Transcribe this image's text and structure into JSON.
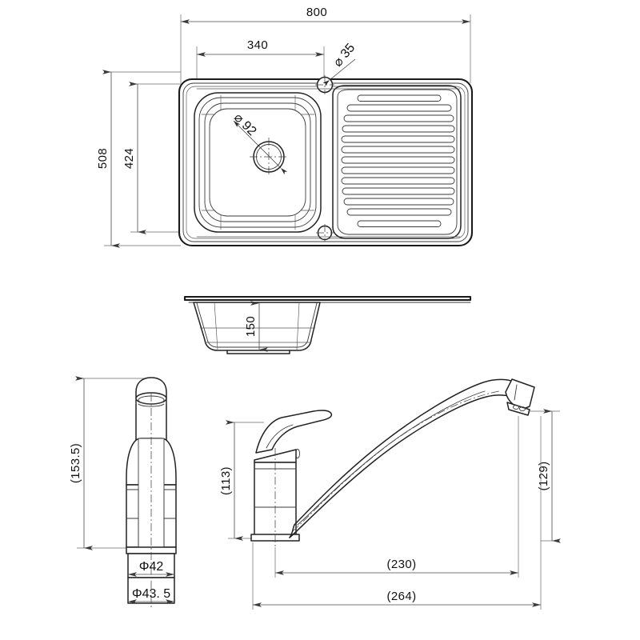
{
  "drawing": {
    "title": "Kitchen Sink and Mixer Tap Dimensional Drawing",
    "units": "mm",
    "line_color": "#1a1a1a",
    "background_color": "#ffffff",
    "dimension_color": "#4a4a4a"
  },
  "views": {
    "plan": {
      "name": "sink-top-view",
      "dimensions": {
        "overall_width": "800",
        "bowl_offset_width": "340",
        "overall_depth": "508",
        "bowl_depth": "424",
        "tap_hole_dia": "⌀ 35",
        "waste_hole_dia": "⌀ 92"
      },
      "drainer_rib_count": 13,
      "tap_hole_count": 2
    },
    "section": {
      "name": "sink-side-section",
      "dimensions": {
        "bowl_depth": "150"
      }
    },
    "tap_front": {
      "name": "tap-front-view",
      "dimensions": {
        "height": "(153.5)",
        "base_dia_inner": "Φ42",
        "base_dia_outer": "Φ43.5"
      }
    },
    "tap_side": {
      "name": "tap-side-view",
      "dimensions": {
        "body_height": "(113)",
        "spout_height": "(129)",
        "spout_reach_inner": "(230)",
        "spout_reach_outer": "(264)"
      }
    }
  },
  "labels": {
    "w800": "800",
    "w340": "340",
    "d508": "508",
    "d424": "424",
    "dia35": "⌀ 35",
    "dia92": "⌀ 92",
    "depth150": "150",
    "h1535": "(153.5)",
    "phi42": "Φ42",
    "phi435": "Φ43. 5",
    "h113": "(113)",
    "h129": "(129)",
    "r230": "(230)",
    "r264": "(264)"
  }
}
